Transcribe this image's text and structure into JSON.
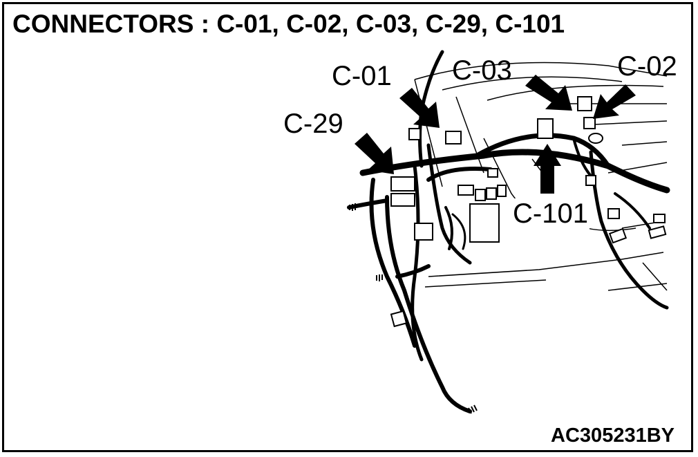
{
  "title": "CONNECTORS : C-01, C-02, C-03, C-29, C-101",
  "figure_code": "AC305231BY",
  "labels": {
    "c01": "C-01",
    "c03": "C-03",
    "c02": "C-02",
    "c29": "C-29",
    "c101": "C-101"
  }
}
